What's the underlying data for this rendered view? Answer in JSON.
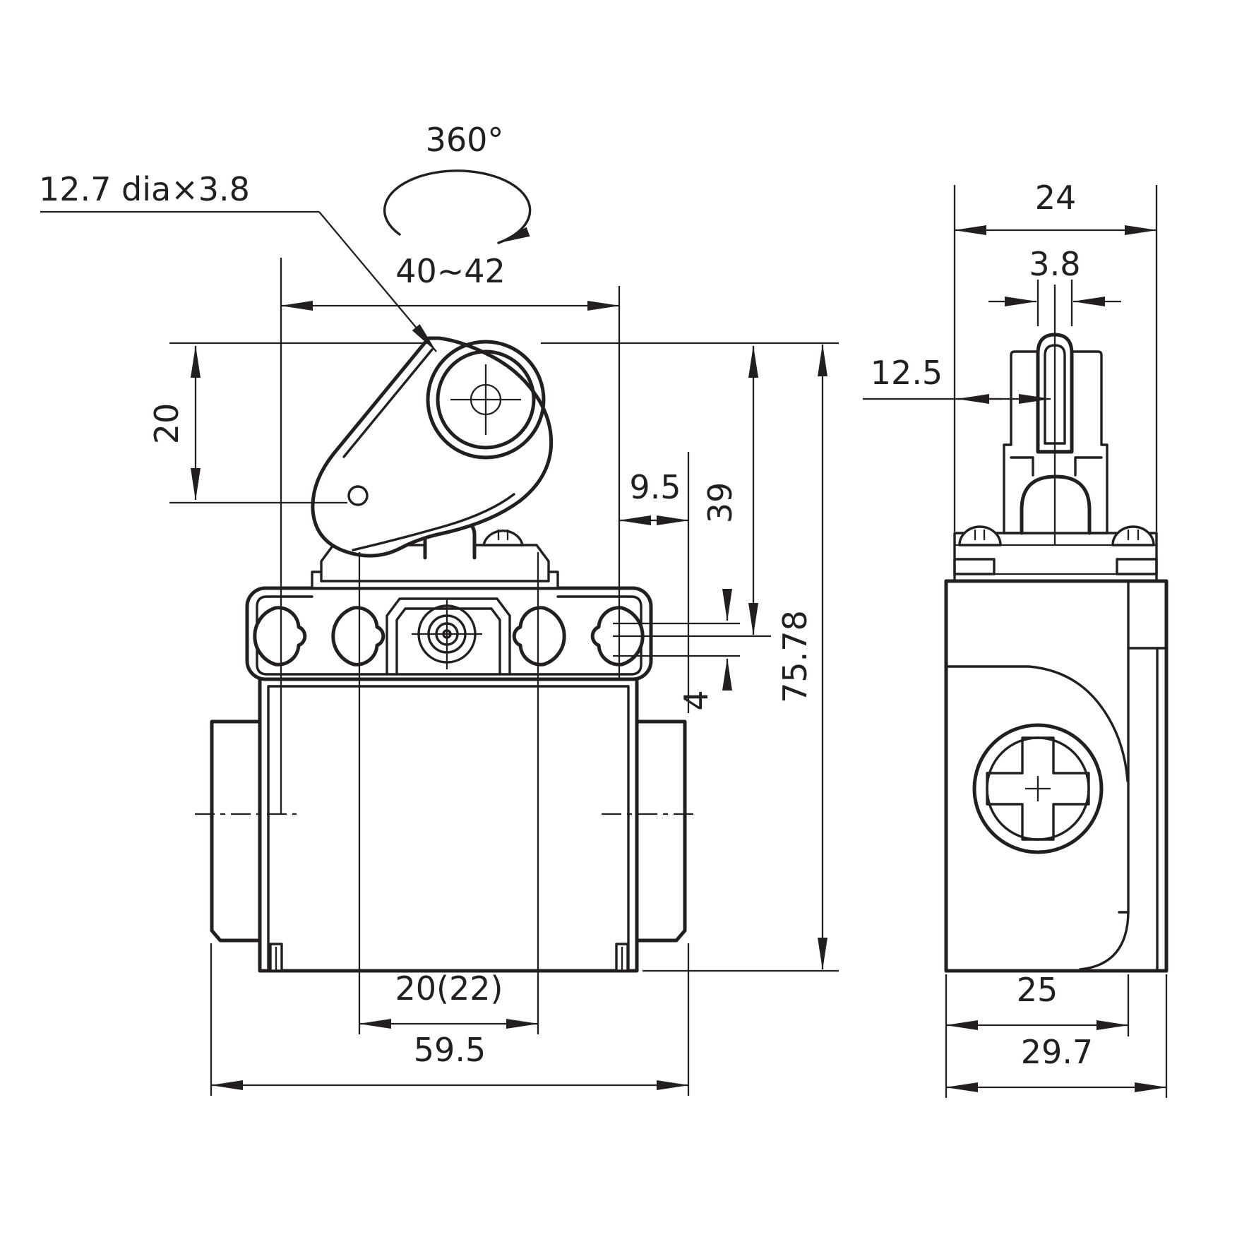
{
  "front_view": {
    "rotation_label": "360°",
    "roller_note": "12.7 dia×3.8",
    "lever_span": "40~42",
    "lever_height": "20",
    "side_offset": "9.5",
    "head_height": "39",
    "slot_height": "4",
    "total_height": "75.78",
    "hole_pitch": "20(22)",
    "base_width": "59.5"
  },
  "side_view": {
    "head_width": "24",
    "blade_width": "3.8",
    "center_offset": "12.5",
    "cover_width": "25",
    "total_depth": "29.7"
  },
  "colors": {
    "line": "#231f20",
    "background": "#ffffff"
  }
}
